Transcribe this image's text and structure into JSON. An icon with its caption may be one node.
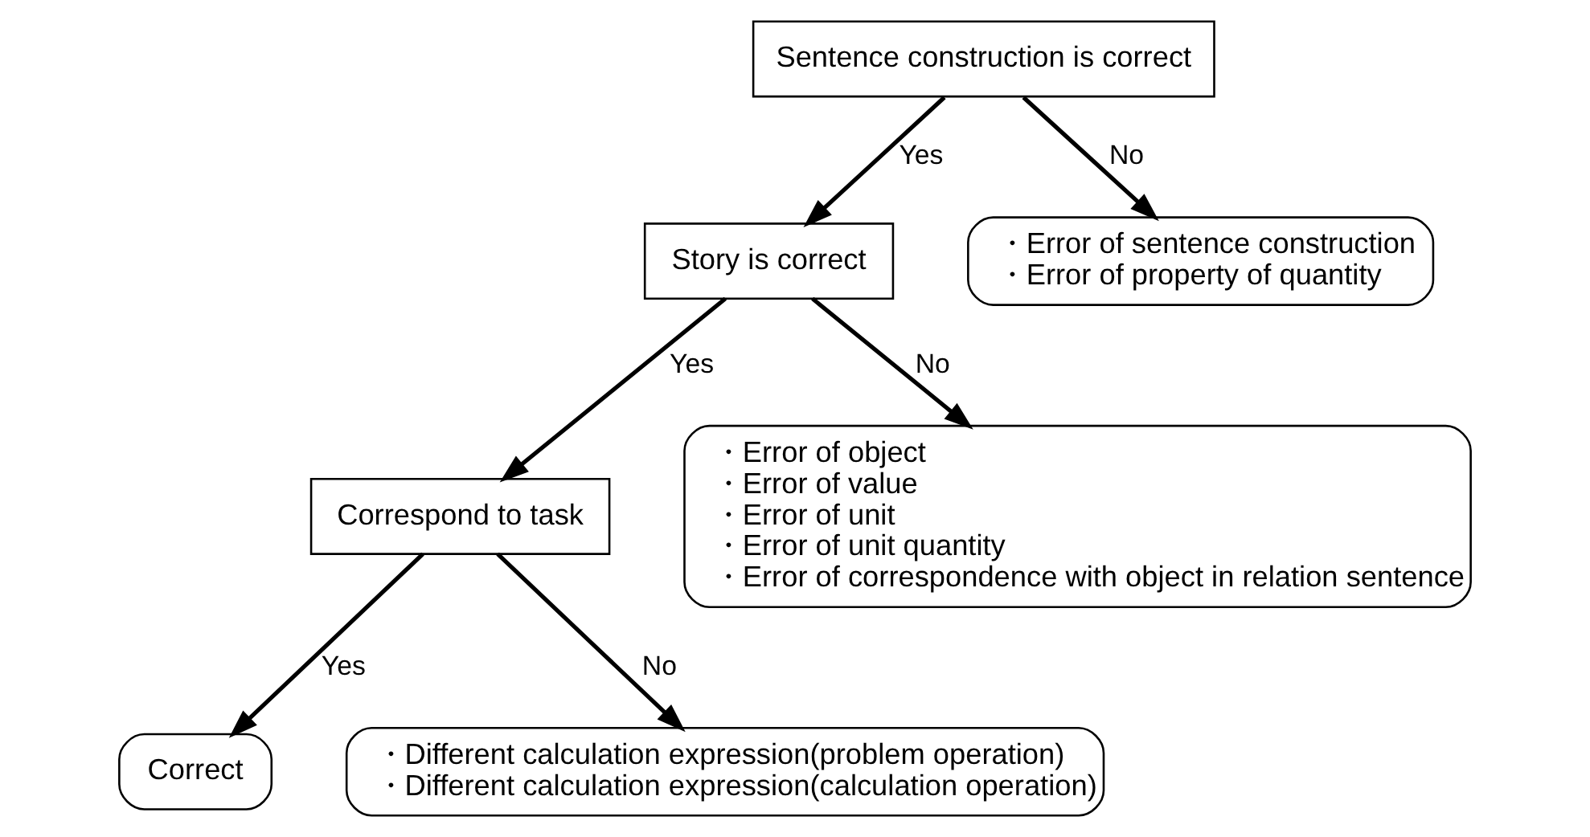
{
  "diagram": {
    "nodes": [
      {
        "text": [
          "Sentence construction is correct"
        ]
      },
      {
        "text": [
          "Story is correct"
        ]
      },
      {
        "text": [
          "・Error of sentence construction",
          "・Error of property of quantity"
        ]
      },
      {
        "text": [
          "Correspond to task"
        ]
      },
      {
        "text": [
          "・Error of object",
          "・Error of value",
          "・Error of unit",
          "・Error of unit quantity",
          "・Error of correspondence with object in relation sentence"
        ]
      },
      {
        "text": [
          "Correct"
        ]
      },
      {
        "text": [
          "・Different calculation expression(problem operation)",
          "・Different calculation expression(calculation operation)"
        ]
      }
    ],
    "edges": [
      {
        "from": 0,
        "to": 1,
        "arrow": "to",
        "label": "Yes"
      },
      {
        "from": 0,
        "to": 2,
        "arrow": "to",
        "label": "No"
      },
      {
        "from": 1,
        "to": 3,
        "arrow": "to",
        "label": "Yes"
      },
      {
        "from": 1,
        "to": 4,
        "arrow": "to",
        "label": "No"
      },
      {
        "from": 3,
        "to": 5,
        "arrow": "to",
        "label": "Yes"
      },
      {
        "from": 3,
        "to": 6,
        "arrow": "to",
        "label": "No"
      }
    ]
  }
}
